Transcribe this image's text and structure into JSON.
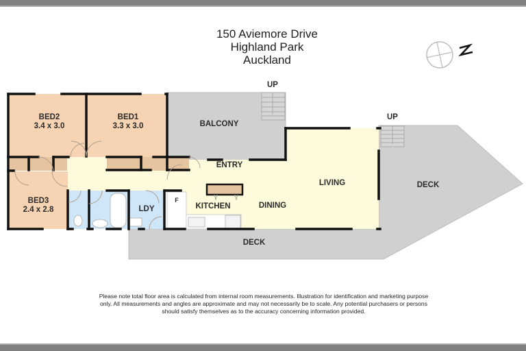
{
  "header": {
    "address_line1": "150 Aviemore Drive",
    "address_line2": "Highland Park",
    "address_line3": "Auckland"
  },
  "compass": {
    "icon": "compass-rose-icon",
    "north_label": "N"
  },
  "rooms": [
    {
      "id": "bed2",
      "name": "BED2",
      "dimensions": "3.4 x 3.0",
      "fill": "#f6d3b2"
    },
    {
      "id": "bed1",
      "name": "BED1",
      "dimensions": "3.3 x 3.0",
      "fill": "#f6d3b2"
    },
    {
      "id": "bed3",
      "name": "BED3",
      "dimensions": "2.4 x 2.8",
      "fill": "#f6d3b2"
    },
    {
      "id": "balcony",
      "name": "BALCONY",
      "fill": "#d0d0d0"
    },
    {
      "id": "entry",
      "name": "ENTRY",
      "fill": "#fdfbdb"
    },
    {
      "id": "living",
      "name": "LIVING",
      "fill": "#fdfbdb"
    },
    {
      "id": "dining",
      "name": "DINING",
      "fill": "#fdfbdb"
    },
    {
      "id": "kitchen",
      "name": "KITCHEN",
      "fill": "#fdfbdb"
    },
    {
      "id": "laundry",
      "name": "LDY",
      "fill": "#cfe6f8"
    },
    {
      "id": "fridge",
      "name": "F"
    },
    {
      "id": "deck_south",
      "name": "DECK",
      "fill": "#d0d0d0"
    },
    {
      "id": "deck_east",
      "name": "DECK",
      "fill": "#d0d0d0"
    }
  ],
  "stairs": [
    {
      "id": "stairs_balcony",
      "label": "UP"
    },
    {
      "id": "stairs_deck",
      "label": "UP"
    }
  ],
  "disclaimer": "Please note total floor area is calculated from internal room measurements.  Illustration for identification and marketing purpose only.  All measurements and angles are approximate and may not necessarily be to scale.  Any potential purchasers or persons should satisfy themselves as to the accuracy concerning information provided.",
  "colors": {
    "bedroom": "#f6d3b2",
    "living": "#fdfbdb",
    "wet_area": "#cfe6f8",
    "outdoor": "#d0d0d0",
    "wall": "#111111"
  }
}
